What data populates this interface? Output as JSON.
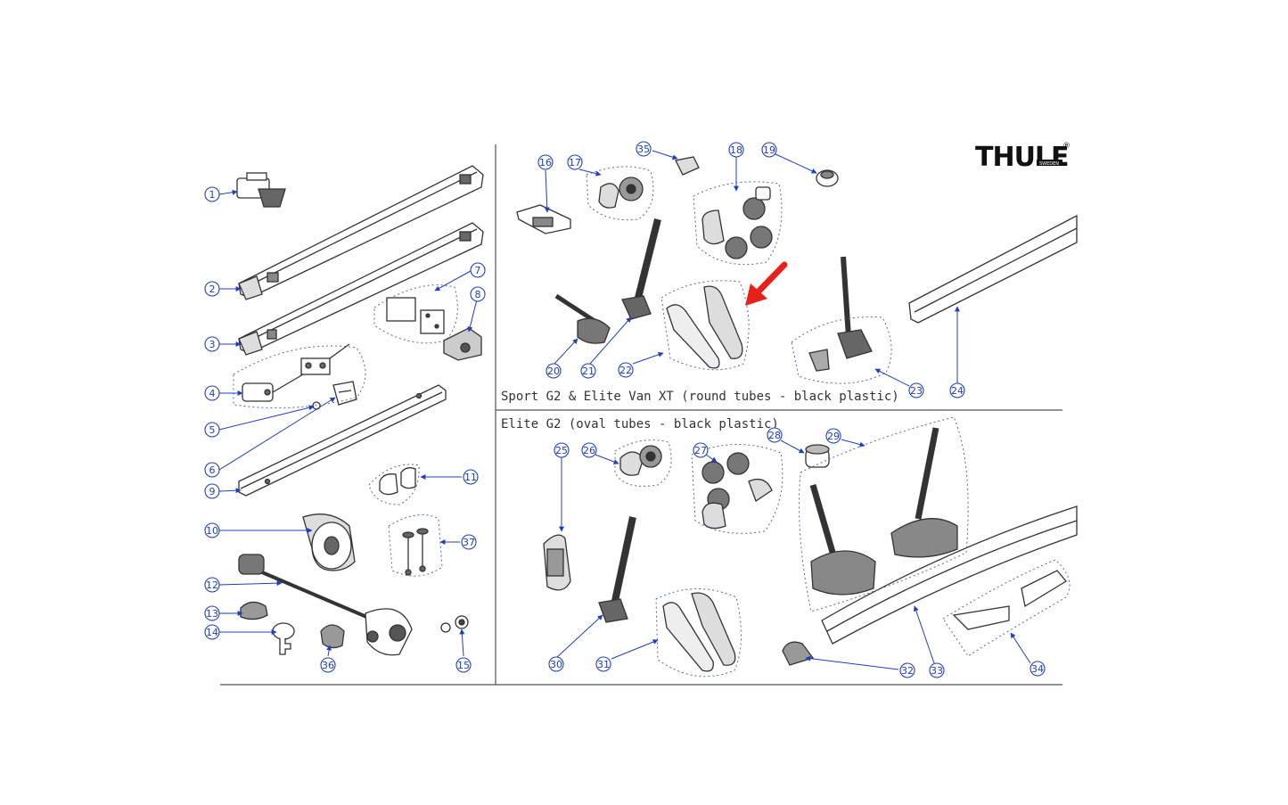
{
  "brand": {
    "name": "THULE",
    "sub": "SWEDEN",
    "reg": "®"
  },
  "sections": {
    "round": "Sport G2 & Elite Van XT (round tubes - black plastic)",
    "oval": "Elite G2 (oval tubes - black plastic)"
  },
  "callouts": {
    "c1": "1",
    "c2": "2",
    "c3": "3",
    "c4": "4",
    "c5": "5",
    "c6": "6",
    "c7": "7",
    "c8": "8",
    "c9": "9",
    "c10": "10",
    "c11": "11",
    "c12": "12",
    "c13": "13",
    "c14": "14",
    "c15": "15",
    "c16": "16",
    "c17": "17",
    "c18": "18",
    "c19": "19",
    "c20": "20",
    "c21": "21",
    "c22": "22",
    "c23": "23",
    "c24": "24",
    "c25": "25",
    "c26": "26",
    "c27": "27",
    "c28": "28",
    "c29": "29",
    "c30": "30",
    "c31": "31",
    "c32": "32",
    "c33": "33",
    "c34": "34",
    "c35": "35",
    "c36": "36",
    "c37": "37"
  },
  "colors": {
    "callout": "#1f3fbf",
    "arrow": "#e8201a",
    "line": "#555555",
    "part": "#333333"
  }
}
